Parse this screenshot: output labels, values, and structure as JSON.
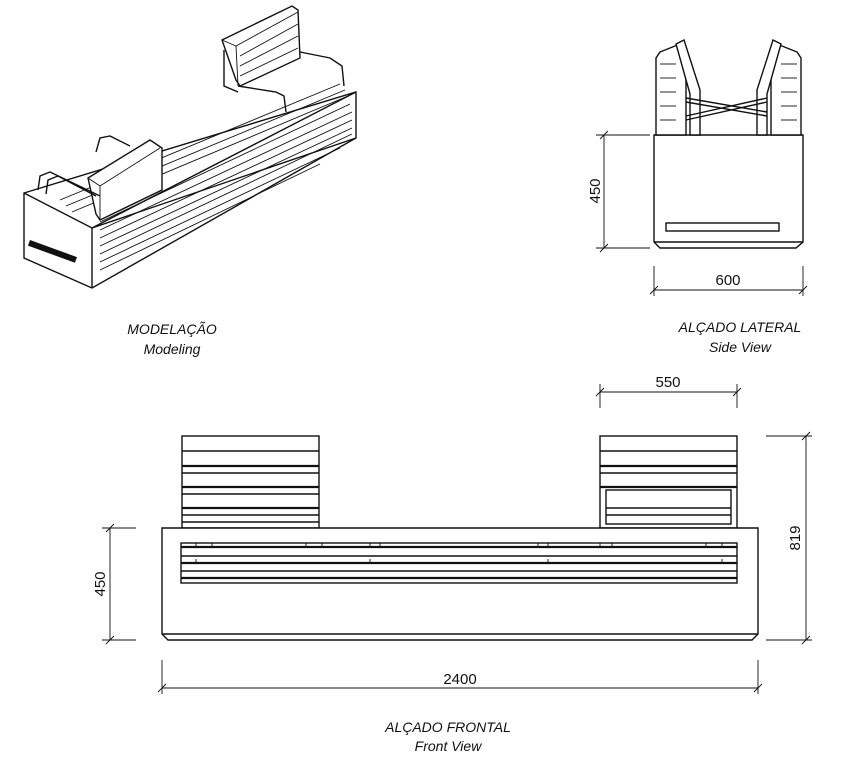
{
  "views": {
    "modeling": {
      "title": "MODELAÇÃO",
      "subtitle": "Modeling"
    },
    "side": {
      "title": "ALÇADO LATERAL",
      "subtitle": "Side View"
    },
    "front": {
      "title": "ALÇADO FRONTAL",
      "subtitle": "Front View"
    }
  },
  "dimensions": {
    "side_height": "450",
    "side_width": "600",
    "backrest_width": "550",
    "front_height_seat": "450",
    "front_height_total": "819",
    "front_width": "2400"
  },
  "colors": {
    "line": "#111111",
    "background": "#ffffff"
  }
}
